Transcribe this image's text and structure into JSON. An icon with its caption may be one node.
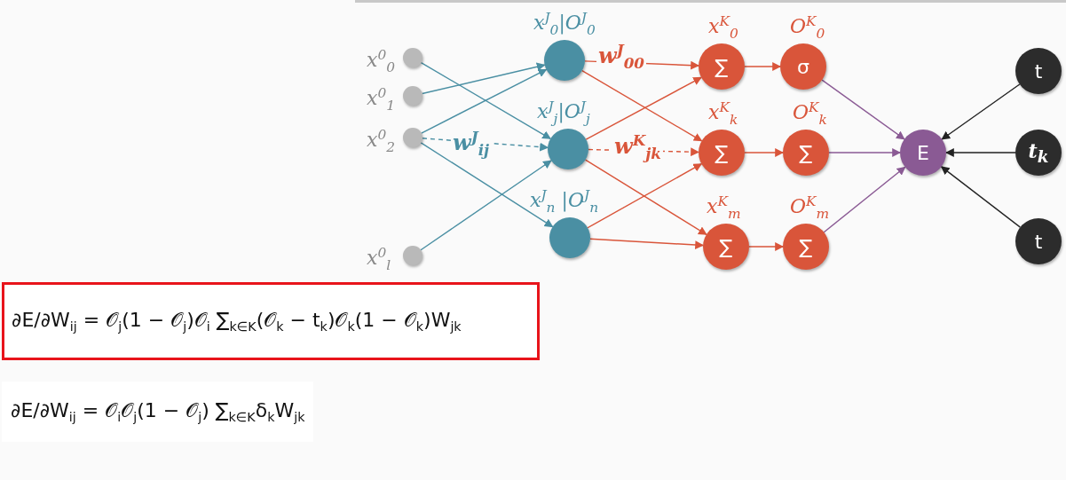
{
  "diagram": {
    "nodes": [
      {
        "text": [],
        "shape": "circle",
        "beside": [
          "x$^{0}$$_{0}$"
        ]
      },
      {
        "text": [],
        "shape": "circle",
        "beside": [
          "x$^{0}$$_{1}$"
        ]
      },
      {
        "text": [],
        "shape": "circle",
        "beside": [
          "x$^{0}$$_{2}$"
        ]
      },
      {
        "text": [],
        "shape": "circle",
        "beside": [
          "x$^{0}$$_{l}$"
        ]
      },
      {
        "text": [],
        "shape": "circle",
        "beside": [
          "x$^{J}$$_{0}$|O$^{J}$$_{0}$"
        ]
      },
      {
        "text": [],
        "shape": "circle",
        "beside": [
          "x$^{J}$$_{j}$|O$^{J}$$_{j}$"
        ]
      },
      {
        "text": [],
        "shape": "circle",
        "beside": [
          "x$^{J}$$_{n}$ |O$^{J}$$_{n}$"
        ]
      },
      {
        "text": [
          "∑"
        ],
        "beside": [
          "x$^{K}$$_{0}$"
        ]
      },
      {
        "text": [
          "∑"
        ],
        "beside": [
          "x$^{K}$$_{k}$"
        ]
      },
      {
        "text": [
          "∑"
        ],
        "beside": [
          "x$^{K}$$_{m}$"
        ]
      },
      {
        "text": [
          "σ"
        ],
        "beside": [
          "O$^{K}$$_{0}$"
        ]
      },
      {
        "text": [
          "∑"
        ],
        "beside": [
          "O$^{K}$$_{k}$"
        ]
      },
      {
        "text": [
          "∑"
        ],
        "beside": [
          "O$^{K}$$_{m}$"
        ]
      },
      {
        "text": [
          "E"
        ]
      },
      {
        "text": [
          "t"
        ]
      },
      {
        "text": [
          "t$_{k}$"
        ]
      },
      {
        "text": [
          "t"
        ]
      },
      {
        "text": [
          "∂E/∂W$_{ij}$ = 𝒪$_{j}$(1 − 𝒪$_{j}$)𝒪$_{i}$ ∑$_{k∈K}$(𝒪$_{k}$ − t$_{k}$)𝒪$_{k}$(1 − 𝒪$_{k}$)W$_{jk}$"
        ]
      }
    ],
    "edges": [
      {
        "from": 0,
        "to": 5,
        "arrow": "to",
        "color": "#4a8fa3"
      },
      {
        "from": 1,
        "to": 4,
        "arrow": "to",
        "color": "#4a8fa3"
      },
      {
        "from": 2,
        "to": 4,
        "arrow": "to",
        "color": "#4a8fa3"
      },
      {
        "from": 2,
        "to": 5,
        "arrow": "to",
        "style": "dashed",
        "color": "#4a8fa3",
        "label": "w$^{J}$$_{ij}$"
      },
      {
        "from": 2,
        "to": 6,
        "arrow": "to",
        "color": "#4a8fa3"
      },
      {
        "from": 3,
        "to": 5,
        "arrow": "to",
        "color": "#4a8fa3"
      },
      {
        "from": 4,
        "to": 7,
        "arrow": "to",
        "label": "w$^{J}$$_{00}$"
      },
      {
        "from": 4,
        "to": 8,
        "arrow": "to"
      },
      {
        "from": 5,
        "to": 7,
        "arrow": "to"
      },
      {
        "from": 5,
        "to": 8,
        "arrow": "to",
        "style": "dashed",
        "label": "w$^{K}$$_{jk}$"
      },
      {
        "from": 5,
        "to": 9,
        "arrow": "to"
      },
      {
        "from": 6,
        "to": 8,
        "arrow": "to"
      },
      {
        "from": 6,
        "to": 9,
        "arrow": "to"
      },
      {
        "from": 7,
        "to": 10,
        "arrow": "to"
      },
      {
        "from": 8,
        "to": 11,
        "arrow": "to"
      },
      {
        "from": 9,
        "to": 12,
        "arrow": "to"
      },
      {
        "from": 10,
        "to": 13,
        "arrow": "to",
        "color": "#8a5a94"
      },
      {
        "from": 11,
        "to": 13,
        "arrow": "to",
        "color": "#8a5a94"
      },
      {
        "from": 12,
        "to": 13,
        "arrow": "to",
        "color": "#8a5a94"
      },
      {
        "from": 14,
        "to": 13,
        "arrow": "to",
        "color": "#222222"
      },
      {
        "from": 15,
        "to": 13,
        "arrow": "to",
        "color": "#222222"
      },
      {
        "from": 16,
        "to": 13,
        "arrow": "to",
        "color": "#222222"
      }
    ],
    "labels": [
      "∂E/∂W$_{ij}$ = 𝒪$_{i}$𝒪$_{j}$(1 − 𝒪$_{j}$) ∑$_{k∈K}$δ$_{k}$W$_{jk}$"
    ]
  }
}
